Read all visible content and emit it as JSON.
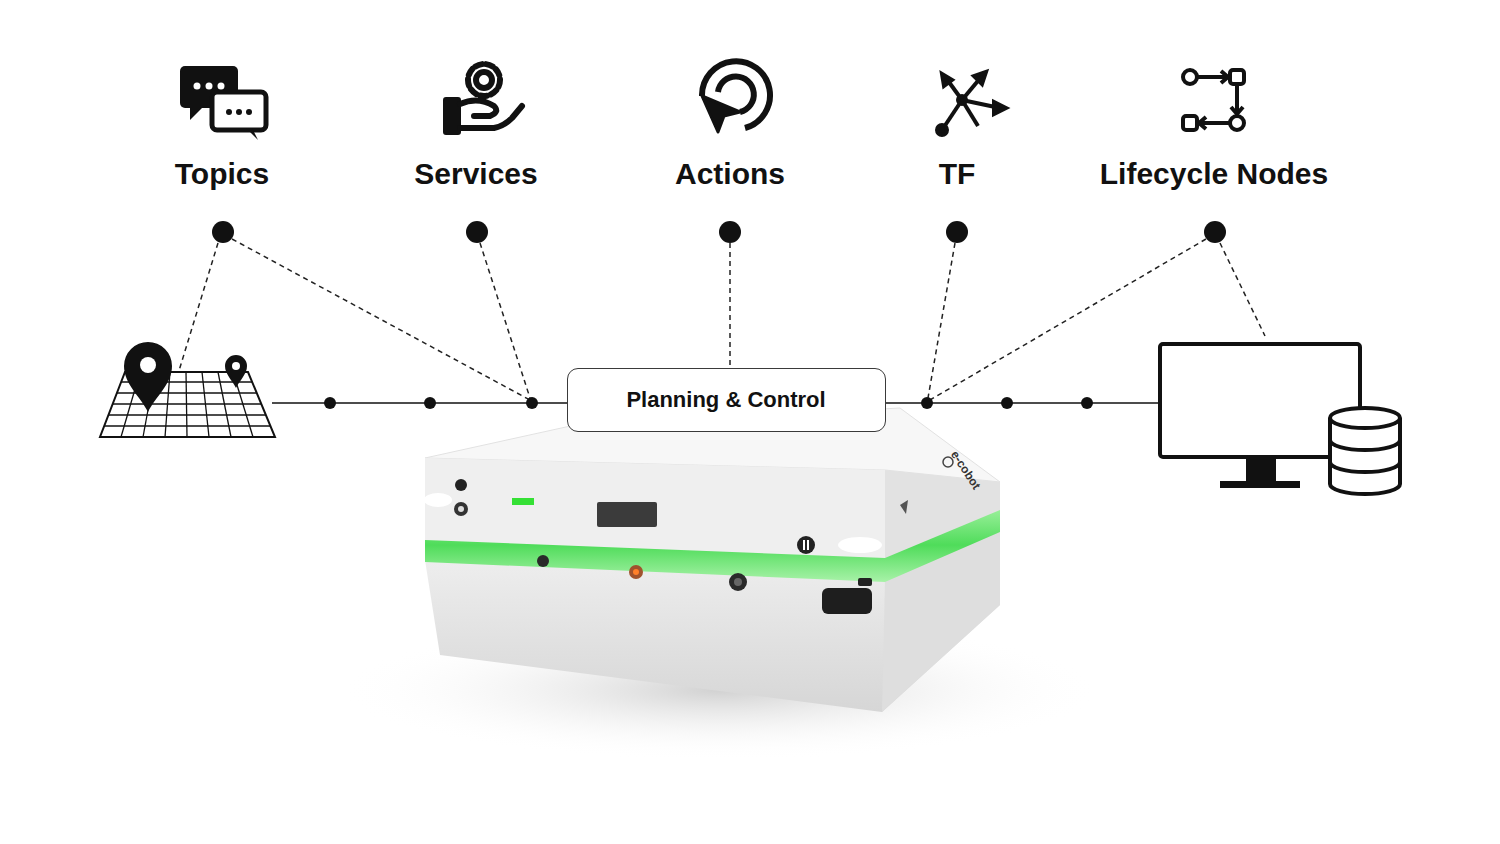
{
  "diagram": {
    "nodes": [
      {
        "text": [
          "Planning & Control"
        ]
      }
    ],
    "labels": [
      "Topics",
      "Services",
      "Actions",
      "TF",
      "Lifecycle Nodes",
      "e-cobot"
    ]
  }
}
